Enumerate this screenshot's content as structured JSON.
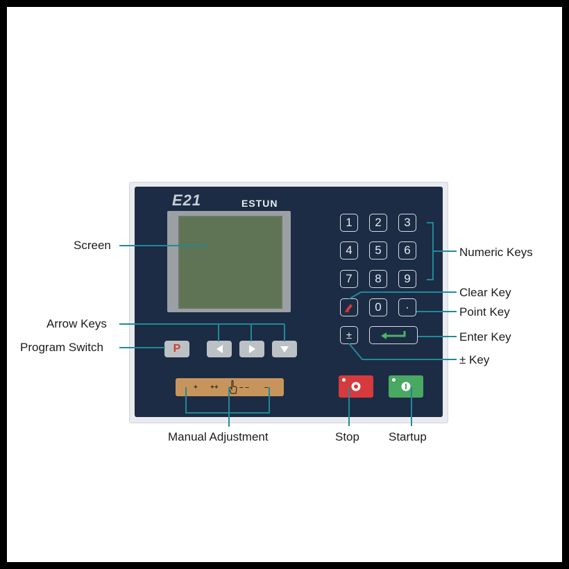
{
  "panel": {
    "model": "E21",
    "brand": "ESTUN",
    "program_key": "P",
    "numeric_keys": [
      "1",
      "2",
      "3",
      "4",
      "5",
      "6",
      "7",
      "8",
      "9"
    ],
    "zero_key": "0",
    "point_key": "·",
    "plusminus_key": "±",
    "manual_markings": [
      "+",
      "++",
      "– –",
      "–"
    ]
  },
  "labels": {
    "screen": "Screen",
    "arrow_keys": "Arrow Keys",
    "program_switch": "Program Switch",
    "numeric_keys": "Numeric Keys",
    "clear_key": "Clear Key",
    "point_key": "Point Key",
    "enter_key": "Enter Key",
    "plusminus_key": "± Key",
    "manual_adjustment": "Manual Adjustment",
    "stop": "Stop",
    "startup": "Startup"
  },
  "colors": {
    "panel": "#1c2c44",
    "leader_line": "#1f8a9a",
    "stop": "#d63a3d",
    "startup": "#49a862",
    "manual_bar": "#c7955c"
  }
}
